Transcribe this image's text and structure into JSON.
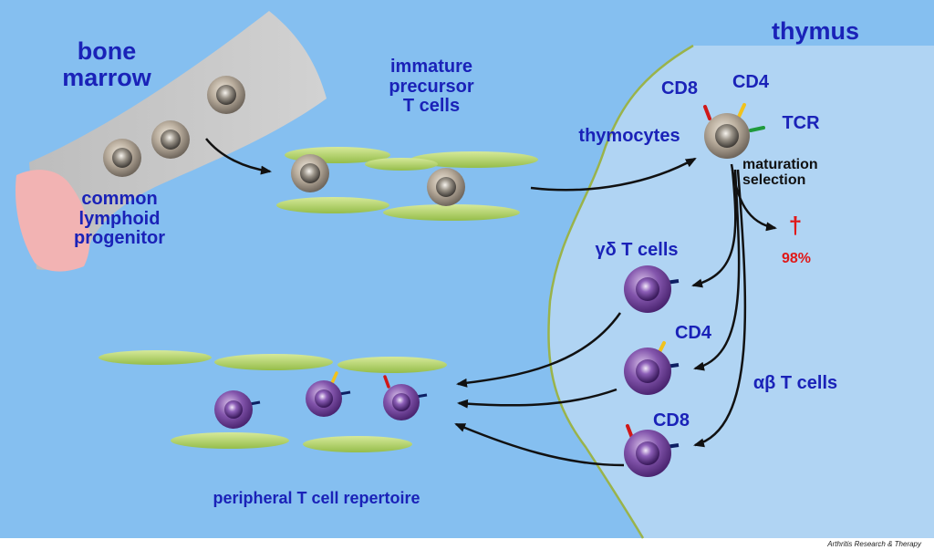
{
  "labels": {
    "bone_marrow": "bone\nmarrow",
    "thymus": "thymus",
    "immature_precursor": "immature\nprecursor\nT cells",
    "common_lymphoid": "common\nlymphoid\nprogenitor",
    "thymocytes": "thymocytes",
    "cd8_top": "CD8",
    "cd4_top": "CD4",
    "tcr": "TCR",
    "maturation_selection": "maturation\nselection",
    "dagger": "†",
    "percent_98": "98%",
    "gd_t_cells": "γδ T cells",
    "cd4_mid": "CD4",
    "ab_t_cells": "αβ T cells",
    "cd8_bottom": "CD8",
    "peripheral_repertoire": "peripheral T cell repertoire"
  },
  "credit": "Arthritis Research & Therapy",
  "colors": {
    "background": "#85bff0",
    "thymus_fill": "#b0d4f3",
    "thymus_border": "#9ab34a",
    "bone": "#c9c9c9",
    "bone_end": "#f2b3b3",
    "label_blue": "#1a22b8",
    "arrow": "#111111",
    "dead_red": "#e01818",
    "precursor_cell": "#8a7f72",
    "mature_cell": "#6a3d91",
    "stromal": "#b3d26a",
    "marker_red": "#d01818",
    "marker_yellow": "#f1c21d",
    "marker_green": "#1f9a3c",
    "marker_navy": "#0d1f63"
  }
}
